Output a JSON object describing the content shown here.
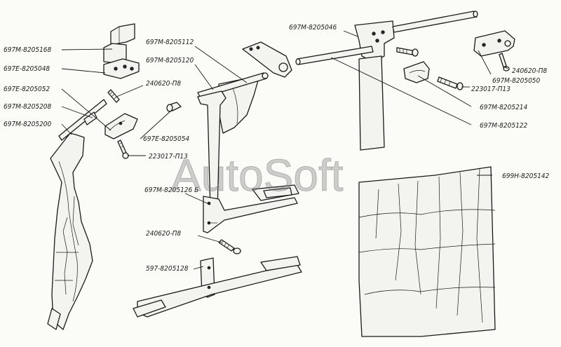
{
  "labels": {
    "l1": "697M-8205168",
    "l2": "697E-8205048",
    "l3": "697E-8205052",
    "l4": "697M-8205208",
    "l5": "697M-8205200",
    "l6": "697M-8205112",
    "l7": "697M-8205120",
    "l8": "240620-П8",
    "l9": "697E-8205054",
    "l10": "223017-П13",
    "l11": "697M-8205046",
    "l12": "240620-П8",
    "l13": "697M-8205050",
    "l14": "223017-П13",
    "l15": "697M-8205214",
    "l16": "697M-8205122",
    "l17": "699H-8205142",
    "l18": "697M-8205126 Б",
    "l19": "240620-П8",
    "l20": "597-8205128"
  },
  "watermark": "AutoSoft"
}
